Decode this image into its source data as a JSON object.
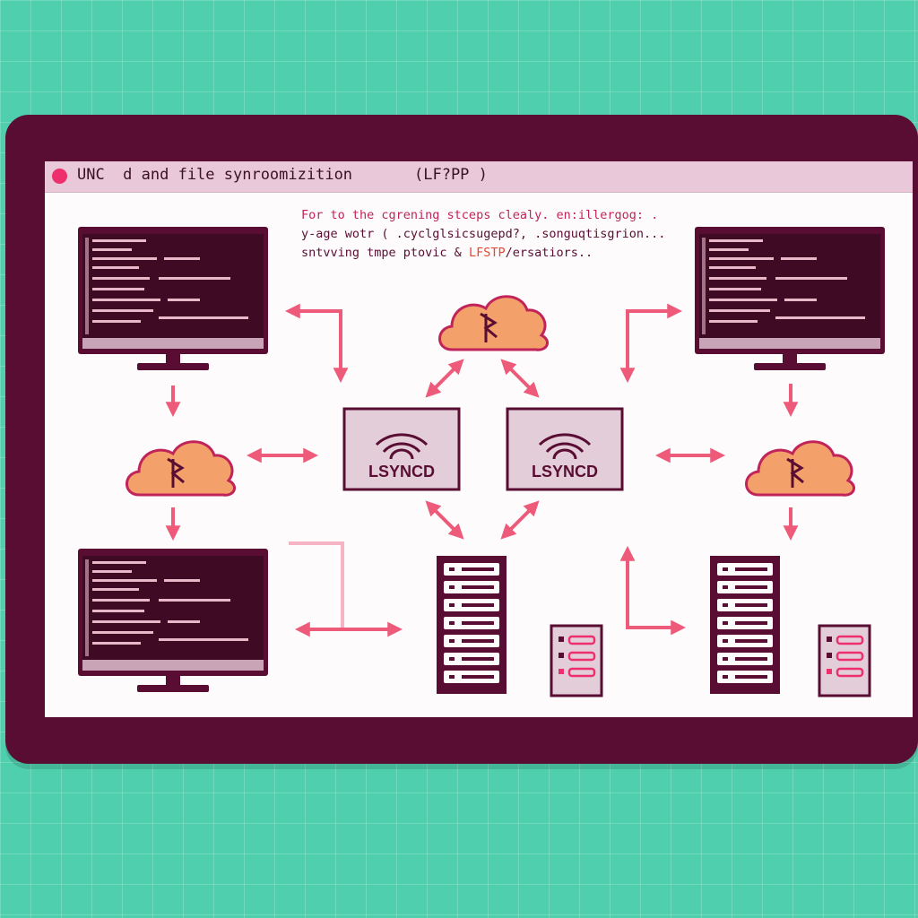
{
  "window": {
    "title": "UNC  d and file synroomizition",
    "tag": "(LF?PP )"
  },
  "caption": {
    "line1": "For to the cgrening stceps clealy. en:illergog: .",
    "line2": "y-age wotr ( .cyclglsicsugepd?,  .songuqtisgrion...",
    "line3_prefix": "sntvving tmpe ptovic & ",
    "line3_highlight": "LFSTP",
    "line3_suffix": "/ersatiors.."
  },
  "hubs": [
    {
      "label": "LSYNCD"
    },
    {
      "label": "LSYNCD"
    }
  ],
  "icons": {
    "cloud": "cloud-sync-icon",
    "wifi": "wifi-icon",
    "server": "server-rack-icon",
    "monitor": "terminal-monitor-icon"
  },
  "colors": {
    "background": "#4fcfae",
    "frame": "#5a0d33",
    "arrow": "#ee5a7a",
    "cloud": "#f4a06a",
    "hub": "#e3cdd8",
    "accent": "#ee2f6e"
  }
}
